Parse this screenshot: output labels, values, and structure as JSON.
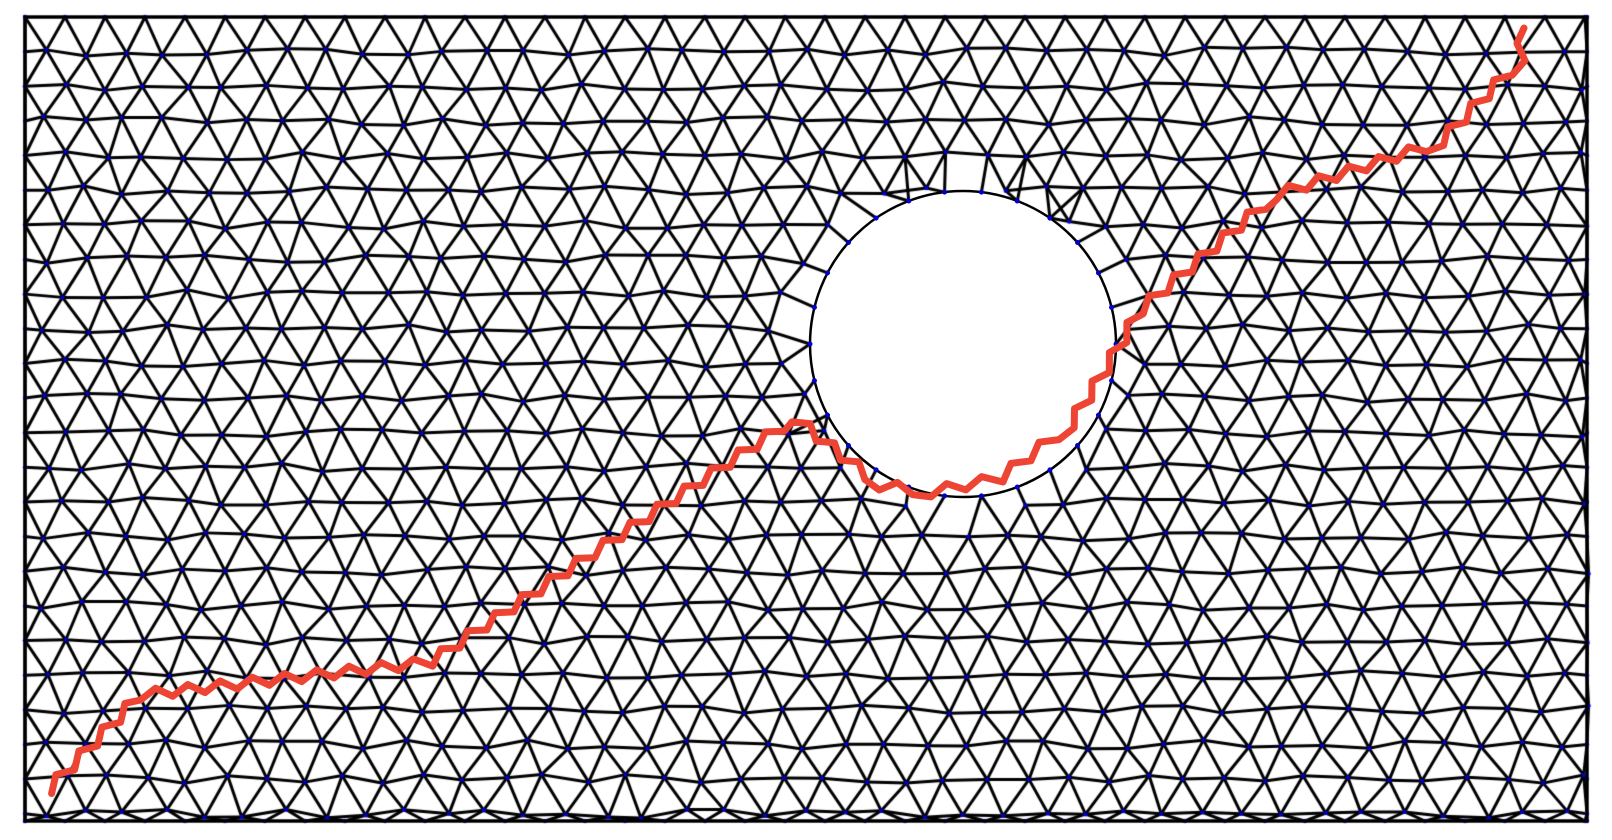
{
  "diagram": {
    "type": "triangulated-mesh-with-path",
    "domain_shape": "rectangle-with-circular-hole",
    "colors": {
      "background": "#ffffff",
      "mesh_edges": "#000000",
      "mesh_vertices": "#0000cc",
      "path": "#ee4433"
    },
    "path": {
      "description_visible": false,
      "start": "bottom-left-corner",
      "end": "top-right-corner",
      "passes": "below-the-hole"
    }
  }
}
